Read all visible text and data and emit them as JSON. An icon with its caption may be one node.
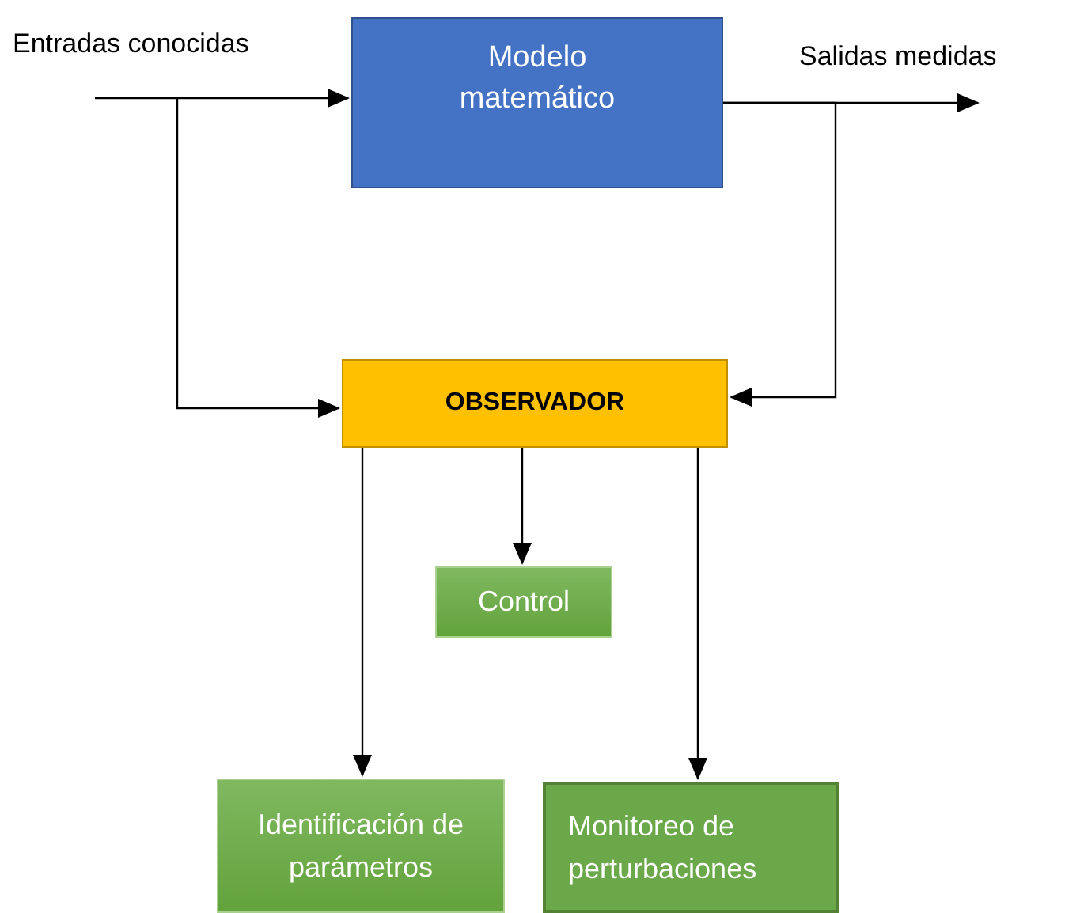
{
  "diagram": {
    "nodes": [
      {
        "text": [
          "Entradas conocidas"
        ]
      },
      {
        "text": [
          "Modelo matemático"
        ]
      },
      {
        "text": [
          "Salidas medidas"
        ]
      },
      {
        "text": [
          "OBSERVADOR"
        ]
      },
      {
        "text": [
          "Control"
        ]
      },
      {
        "text": [
          "Identificación de parámetros"
        ]
      },
      {
        "text": [
          "Monitoreo de perturbaciones"
        ]
      }
    ],
    "edges": [
      {
        "from": 0,
        "to": 1,
        "arrow": "to"
      },
      {
        "from": 0,
        "to": 3,
        "arrow": "to"
      },
      {
        "from": 1,
        "to": 2,
        "arrow": "to"
      },
      {
        "from": 1,
        "to": 3,
        "arrow": "to"
      },
      {
        "from": 3,
        "to": 4,
        "arrow": "to"
      },
      {
        "from": 3,
        "to": 5,
        "arrow": "to"
      },
      {
        "from": 3,
        "to": 6,
        "arrow": "to"
      }
    ]
  }
}
